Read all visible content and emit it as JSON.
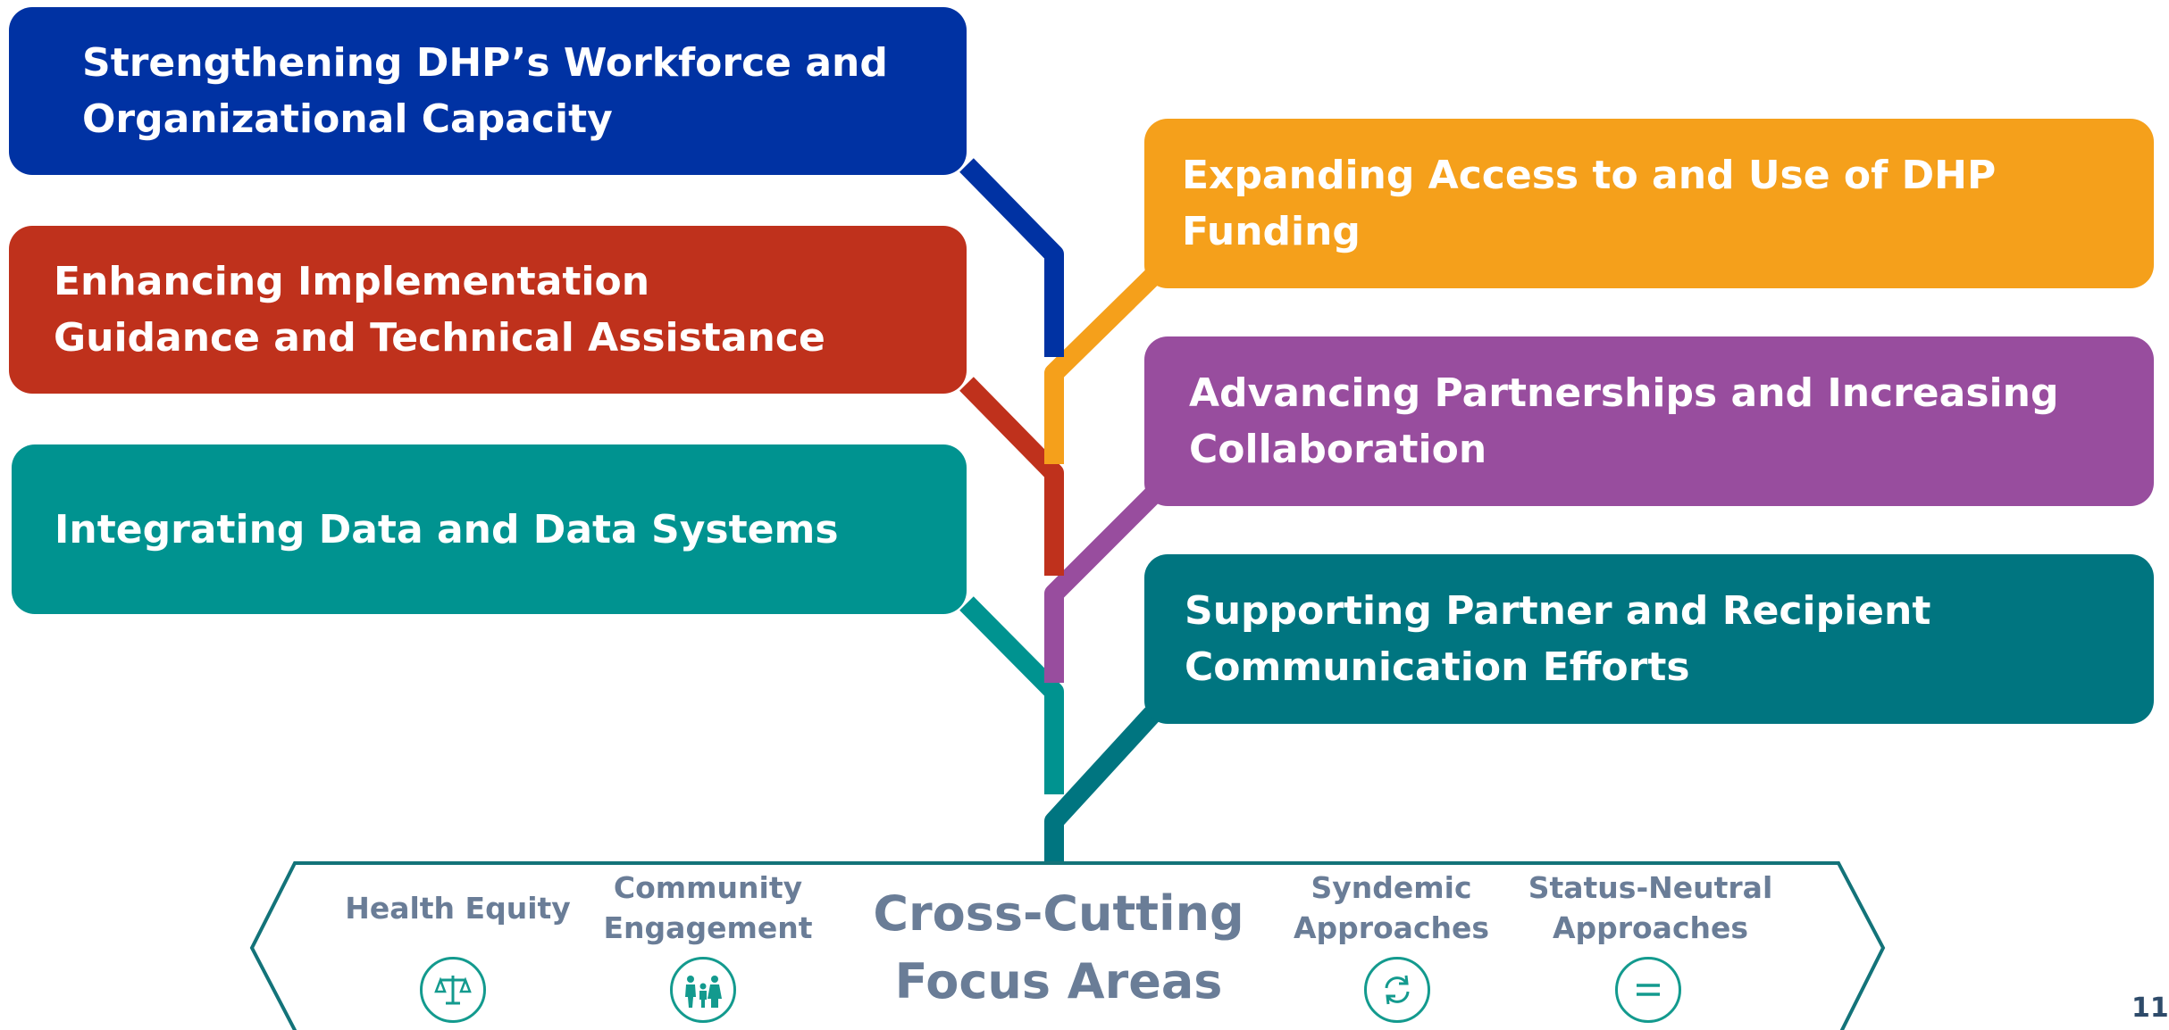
{
  "areas": [
    {
      "id": "workforce",
      "label": "Strengthening DHP’s Workforce and\nOrganizational Capacity",
      "color": "#0032a3"
    },
    {
      "id": "implementation",
      "label": "Enhancing Implementation\nGuidance and Technical Assistance",
      "color": "#bf311c"
    },
    {
      "id": "data",
      "label": "Integrating Data and Data Systems",
      "color": "#009390"
    },
    {
      "id": "funding",
      "label": "Expanding Access to and Use of DHP Funding",
      "color": "#f5a01b"
    },
    {
      "id": "partnerships",
      "label": "Advancing Partnerships and Increasing\nCollaboration",
      "color": "#984d9e"
    },
    {
      "id": "communication",
      "label": "Supporting Partner and Recipient\nCommunication Efforts",
      "color": "#007580"
    }
  ],
  "cross_cutting": {
    "title": "Cross-Cutting\nFocus Areas",
    "outline_color": "#137379",
    "text_color": "#6a7d97",
    "icon_color": "#139a8e",
    "items": [
      {
        "label": "Health Equity",
        "icon": "balance-scale-icon"
      },
      {
        "label": "Community\nEngagement",
        "icon": "family-icon"
      },
      {
        "label": "Syndemic\nApproaches",
        "icon": "refresh-cycle-icon"
      },
      {
        "label": "Status-Neutral\nApproaches",
        "icon": "equals-icon"
      }
    ]
  },
  "page_number": "11"
}
